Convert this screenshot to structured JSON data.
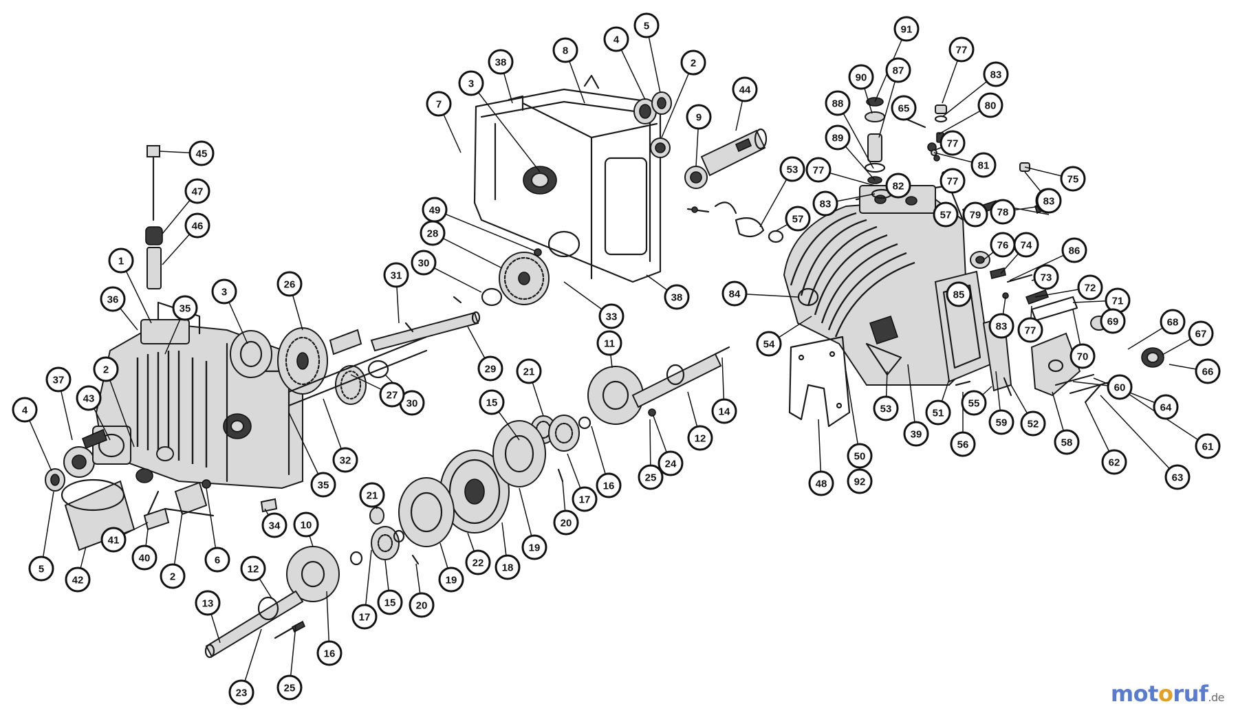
{
  "diagram": {
    "colors": {
      "ink": "#111111",
      "part_fill": "#d9d9d9",
      "watermark_blue": "#5b7cc9",
      "watermark_orange": "#e0a12a"
    },
    "callouts": [
      {
        "id": "c-91",
        "label": "91"
      },
      {
        "id": "c-90",
        "label": "90"
      },
      {
        "id": "c-87",
        "label": "87"
      },
      {
        "id": "c-77a",
        "label": "77"
      },
      {
        "id": "c-83a",
        "label": "83"
      },
      {
        "id": "c-80",
        "label": "80"
      },
      {
        "id": "c-88",
        "label": "88"
      },
      {
        "id": "c-65",
        "label": "65"
      },
      {
        "id": "c-89",
        "label": "89"
      },
      {
        "id": "c-77b",
        "label": "77"
      },
      {
        "id": "c-81",
        "label": "81"
      },
      {
        "id": "c-53a",
        "label": "53"
      },
      {
        "id": "c-77c",
        "label": "77"
      },
      {
        "id": "c-82",
        "label": "82"
      },
      {
        "id": "c-83b",
        "label": "83"
      },
      {
        "id": "c-77d",
        "label": "77"
      },
      {
        "id": "c-83c",
        "label": "83"
      },
      {
        "id": "c-57a",
        "label": "57"
      },
      {
        "id": "c-57b",
        "label": "57"
      },
      {
        "id": "c-79",
        "label": "79"
      },
      {
        "id": "c-78",
        "label": "78"
      },
      {
        "id": "c-83d",
        "label": "83"
      },
      {
        "id": "c-74",
        "label": "74"
      },
      {
        "id": "c-76",
        "label": "76"
      },
      {
        "id": "c-75",
        "label": "75"
      },
      {
        "id": "c-86",
        "label": "86"
      },
      {
        "id": "c-84",
        "label": "84"
      },
      {
        "id": "c-85",
        "label": "85"
      },
      {
        "id": "c-73",
        "label": "73"
      },
      {
        "id": "c-72",
        "label": "72"
      },
      {
        "id": "c-71",
        "label": "71"
      },
      {
        "id": "c-54",
        "label": "54"
      },
      {
        "id": "c-83e",
        "label": "83"
      },
      {
        "id": "c-77e",
        "label": "77"
      },
      {
        "id": "c-69",
        "label": "69"
      },
      {
        "id": "c-68",
        "label": "68"
      },
      {
        "id": "c-67",
        "label": "67"
      },
      {
        "id": "c-70",
        "label": "70"
      },
      {
        "id": "c-66",
        "label": "66"
      },
      {
        "id": "c-60",
        "label": "60"
      },
      {
        "id": "c-64",
        "label": "64"
      },
      {
        "id": "c-53b",
        "label": "53"
      },
      {
        "id": "c-39",
        "label": "39"
      },
      {
        "id": "c-51",
        "label": "51"
      },
      {
        "id": "c-55",
        "label": "55"
      },
      {
        "id": "c-59",
        "label": "59"
      },
      {
        "id": "c-52",
        "label": "52"
      },
      {
        "id": "c-58",
        "label": "58"
      },
      {
        "id": "c-61",
        "label": "61"
      },
      {
        "id": "c-56",
        "label": "56"
      },
      {
        "id": "c-62",
        "label": "62"
      },
      {
        "id": "c-63",
        "label": "63"
      },
      {
        "id": "c-50",
        "label": "50"
      },
      {
        "id": "c-92",
        "label": "92"
      },
      {
        "id": "c-48",
        "label": "48"
      },
      {
        "id": "c-38a",
        "label": "38"
      },
      {
        "id": "c-8",
        "label": "8"
      },
      {
        "id": "c-4a",
        "label": "4"
      },
      {
        "id": "c-5a",
        "label": "5"
      },
      {
        "id": "c-3a",
        "label": "3"
      },
      {
        "id": "c-7",
        "label": "7"
      },
      {
        "id": "c-2a",
        "label": "2"
      },
      {
        "id": "c-9",
        "label": "9"
      },
      {
        "id": "c-44",
        "label": "44"
      },
      {
        "id": "c-49",
        "label": "49"
      },
      {
        "id": "c-28",
        "label": "28"
      },
      {
        "id": "c-33",
        "label": "33"
      },
      {
        "id": "c-38b",
        "label": "38"
      },
      {
        "id": "c-31",
        "label": "31"
      },
      {
        "id": "c-30a",
        "label": "30"
      },
      {
        "id": "c-29",
        "label": "29"
      },
      {
        "id": "c-30b",
        "label": "30"
      },
      {
        "id": "c-11",
        "label": "11"
      },
      {
        "id": "c-14",
        "label": "14"
      },
      {
        "id": "c-12a",
        "label": "12"
      },
      {
        "id": "c-24",
        "label": "24"
      },
      {
        "id": "c-25a",
        "label": "25"
      },
      {
        "id": "c-16a",
        "label": "16"
      },
      {
        "id": "c-17a",
        "label": "17"
      },
      {
        "id": "c-21a",
        "label": "21"
      },
      {
        "id": "c-15a",
        "label": "15"
      },
      {
        "id": "c-20a",
        "label": "20"
      },
      {
        "id": "c-19a",
        "label": "19"
      },
      {
        "id": "c-18",
        "label": "18"
      },
      {
        "id": "c-22",
        "label": "22"
      },
      {
        "id": "c-19b",
        "label": "19"
      },
      {
        "id": "c-20b",
        "label": "20"
      },
      {
        "id": "c-15b",
        "label": "15"
      },
      {
        "id": "c-17b",
        "label": "17"
      },
      {
        "id": "c-21b",
        "label": "21"
      },
      {
        "id": "c-16b",
        "label": "16"
      },
      {
        "id": "c-10",
        "label": "10"
      },
      {
        "id": "c-12b",
        "label": "12"
      },
      {
        "id": "c-13",
        "label": "13"
      },
      {
        "id": "c-23",
        "label": "23"
      },
      {
        "id": "c-25b",
        "label": "25"
      },
      {
        "id": "c-45",
        "label": "45"
      },
      {
        "id": "c-47",
        "label": "47"
      },
      {
        "id": "c-46",
        "label": "46"
      },
      {
        "id": "c-1",
        "label": "1"
      },
      {
        "id": "c-36",
        "label": "36"
      },
      {
        "id": "c-35a",
        "label": "35"
      },
      {
        "id": "c-3b",
        "label": "3"
      },
      {
        "id": "c-26",
        "label": "26"
      },
      {
        "id": "c-37",
        "label": "37"
      },
      {
        "id": "c-2b",
        "label": "2"
      },
      {
        "id": "c-43",
        "label": "43"
      },
      {
        "id": "c-4b",
        "label": "4"
      },
      {
        "id": "c-27",
        "label": "27"
      },
      {
        "id": "c-32",
        "label": "32"
      },
      {
        "id": "c-35b",
        "label": "35"
      },
      {
        "id": "c-5b",
        "label": "5"
      },
      {
        "id": "c-42",
        "label": "42"
      },
      {
        "id": "c-41",
        "label": "41"
      },
      {
        "id": "c-40",
        "label": "40"
      },
      {
        "id": "c-2c",
        "label": "2"
      },
      {
        "id": "c-6",
        "label": "6"
      },
      {
        "id": "c-34",
        "label": "34"
      }
    ]
  },
  "watermark": {
    "part1": "mot",
    "part2": "o",
    "part3": "ruf",
    "part4": ".de"
  }
}
